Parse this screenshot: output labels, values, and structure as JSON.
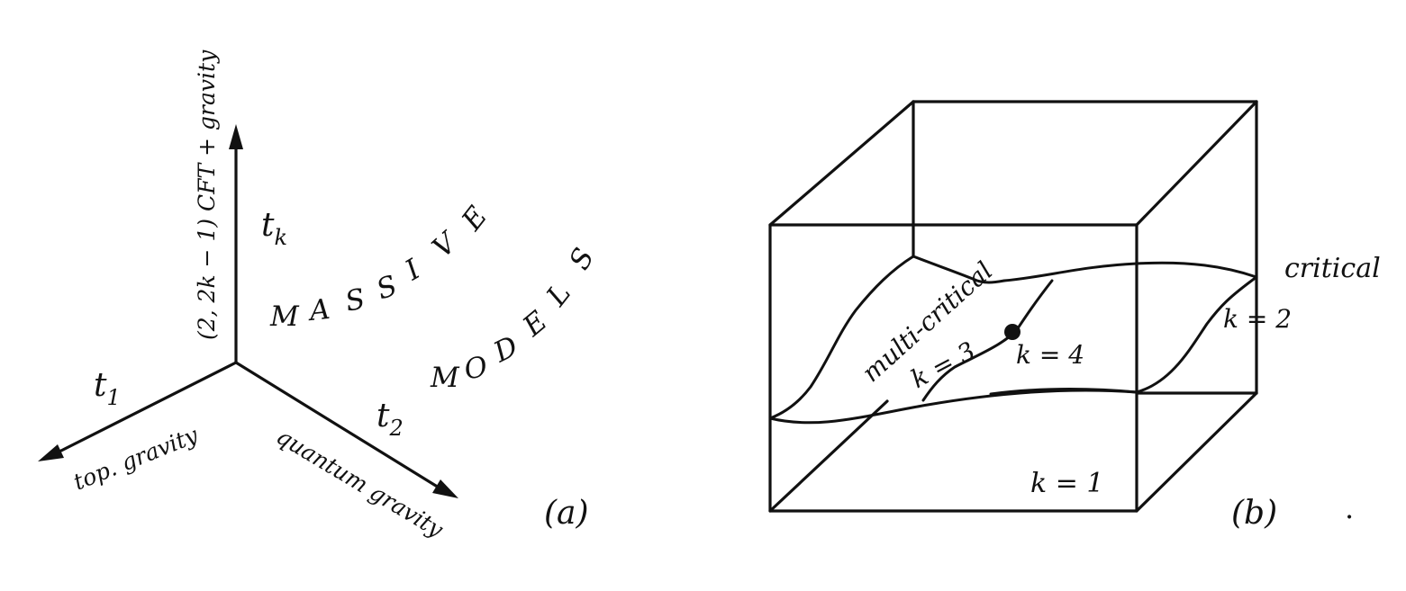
{
  "panel_a": {
    "axis_vertical": {
      "symbol": "t",
      "sub": "k",
      "description": "(2, 2k − 1) CFT + gravity"
    },
    "axis_left": {
      "symbol": "t",
      "sub": "1",
      "description": "top. gravity"
    },
    "axis_right": {
      "symbol": "t",
      "sub": "2",
      "description": "quantum gravity"
    },
    "massive_letters": [
      "M",
      "A",
      "S",
      "S",
      "I",
      "V",
      "E"
    ],
    "models_letters": [
      "M",
      "O",
      "D",
      "E",
      "L",
      "S"
    ],
    "label": "(a)"
  },
  "panel_b": {
    "multi_critical": "multi-critical",
    "critical": "critical",
    "k1": "k = 1",
    "k2": "k = 2",
    "k3": "k = 3",
    "k4": "k = 4",
    "label": "(b)",
    "trailing": "."
  }
}
